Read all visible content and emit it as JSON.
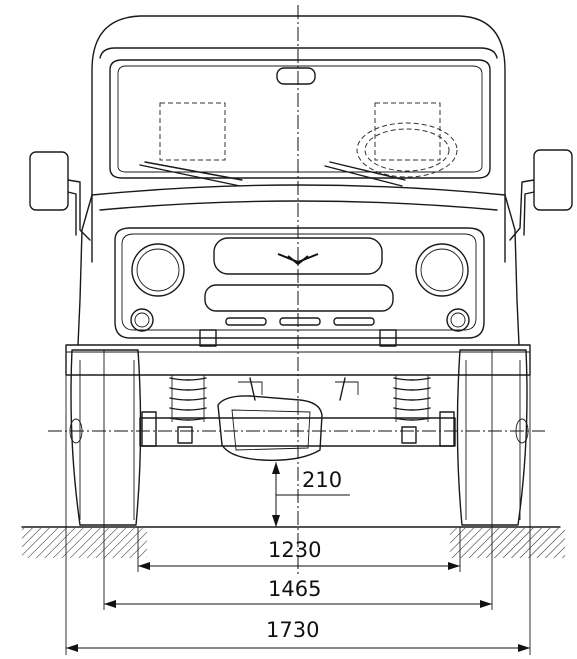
{
  "dimensions": {
    "ground_clearance": "210",
    "track_inner": "1230",
    "track": "1465",
    "overall_width": "1730"
  },
  "colors": {
    "line": "#1a1a1a",
    "background": "#ffffff"
  }
}
